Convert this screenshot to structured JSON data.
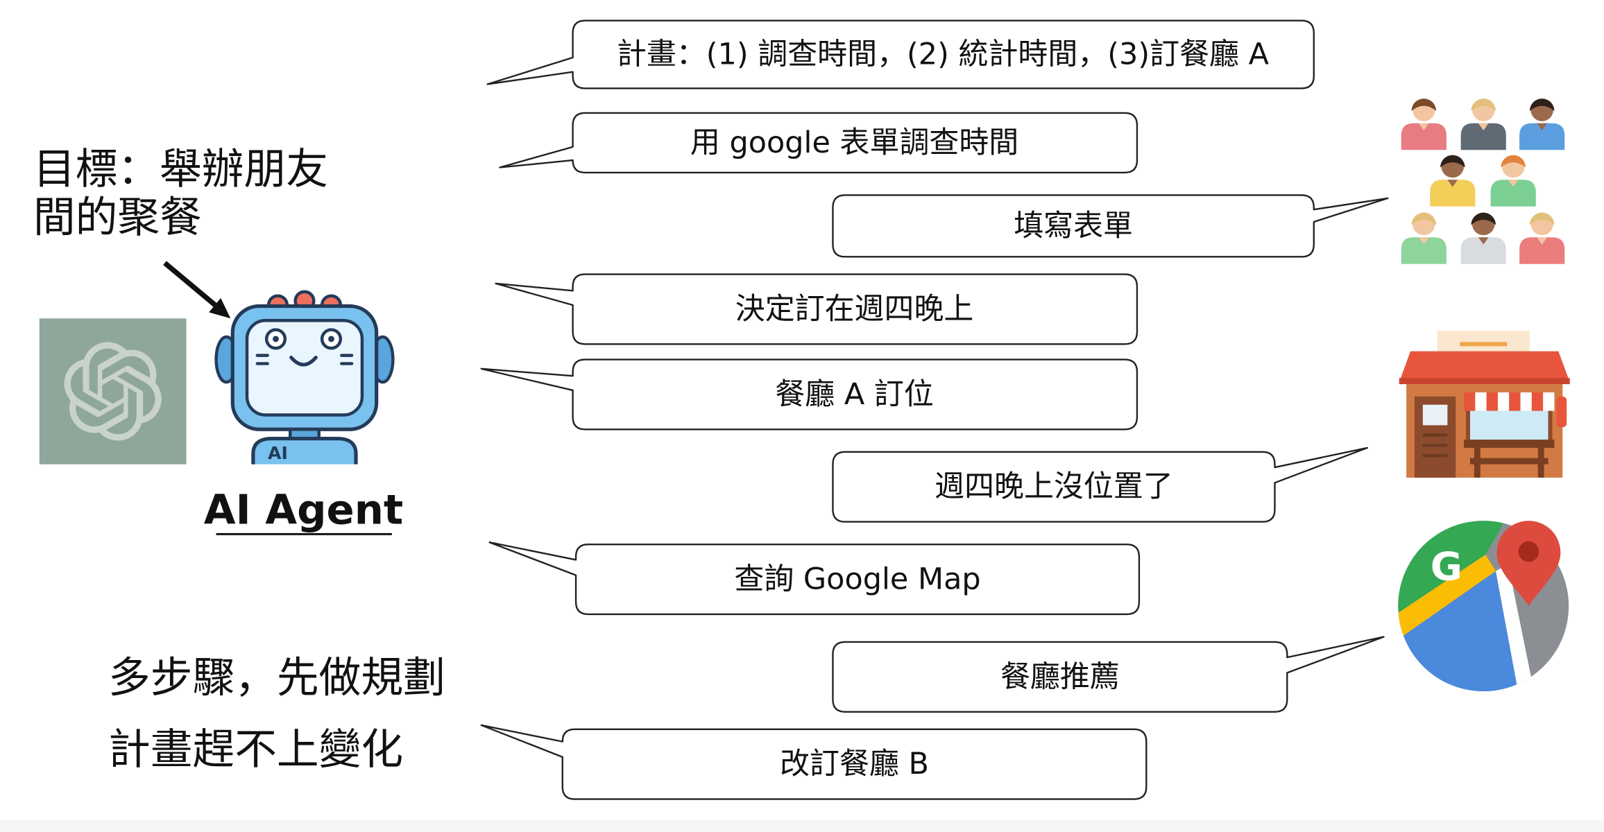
{
  "goal": {
    "lines": [
      "目標：舉辦朋友",
      "間的聚餐"
    ]
  },
  "agent": {
    "label": "AI Agent",
    "badge": "AI"
  },
  "notes": [
    "多步驟，先做規劃",
    "計畫趕不上變化"
  ],
  "dialog": [
    {
      "text": "計畫：(1) 調查時間，(2) 統計時間，(3)訂餐廳 A"
    },
    {
      "text": "用 google 表單調查時間"
    },
    {
      "text": "填寫表單"
    },
    {
      "text": "決定訂在週四晚上"
    },
    {
      "text": "餐廳 A 訂位"
    },
    {
      "text": "週四晚上沒位置了"
    },
    {
      "text": "查詢 Google Map"
    },
    {
      "text": "餐廳推薦"
    },
    {
      "text": "改訂餐廳 B"
    }
  ],
  "icons": {
    "pointer": "arrow-down-right-icon",
    "model_logo": "openai-logo-icon",
    "agent": "robot-icon",
    "friends": "people-group-icon",
    "restaurant": "restaurant-store-icon",
    "map": "google-maps-icon",
    "map_letter": "G"
  },
  "colors": {
    "background": "#ffffff",
    "text": "#111111",
    "bubble_fill": "#ffffff",
    "bubble_stroke": "#222222",
    "model_logo_bg": "#8fa69b",
    "robot_blue": "#79c1ee"
  }
}
